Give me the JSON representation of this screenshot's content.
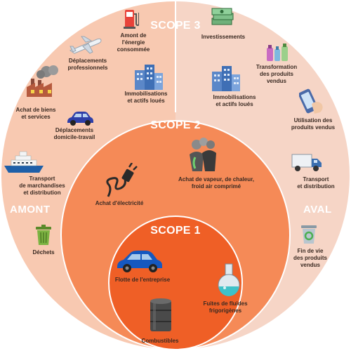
{
  "scopes": {
    "scope3": "SCOPE 3",
    "scope2": "SCOPE 2",
    "scope1": "SCOPE 1"
  },
  "sides": {
    "upstream": "AMONT",
    "downstream": "AVAL"
  },
  "upstream_items": {
    "energy": "Amont de\nl'énergie\nconsommée",
    "business_travel": "Déplacements\nprofessionnels",
    "fixed_assets": "Immobilisations\net actifs loués",
    "purchases": "Achat de biens\net services",
    "commute": "Déplacements\ndomicile-travail",
    "freight": "Transport\nde marchandises\net distribution",
    "waste": "Déchets"
  },
  "downstream_items": {
    "investments": "Investissements",
    "processing": "Transformation\ndes produits\nvendus",
    "leased_assets": "Immobilisations\net actifs loués",
    "use": "Utilisation des\nproduits vendus",
    "transport": "Transport\net distribution",
    "end_of_life": "Fin de vie\ndes produits\nvendus"
  },
  "scope2_items": {
    "electricity": "Achat d'électricité",
    "steam": "Achat de vapeur, de chaleur,\nfroid air comprimé"
  },
  "scope1_items": {
    "fleet": "Flotte de l'entreprise",
    "refrigerants": "Fuites de fluides\nfrigorigènes",
    "fuels": "Combustibles"
  },
  "colors": {
    "outer_left": "#f8c9b1",
    "outer_right": "#f6d5c6",
    "middle": "#f58a57",
    "inner": "#ef5f26",
    "text": "#3a2a22"
  }
}
